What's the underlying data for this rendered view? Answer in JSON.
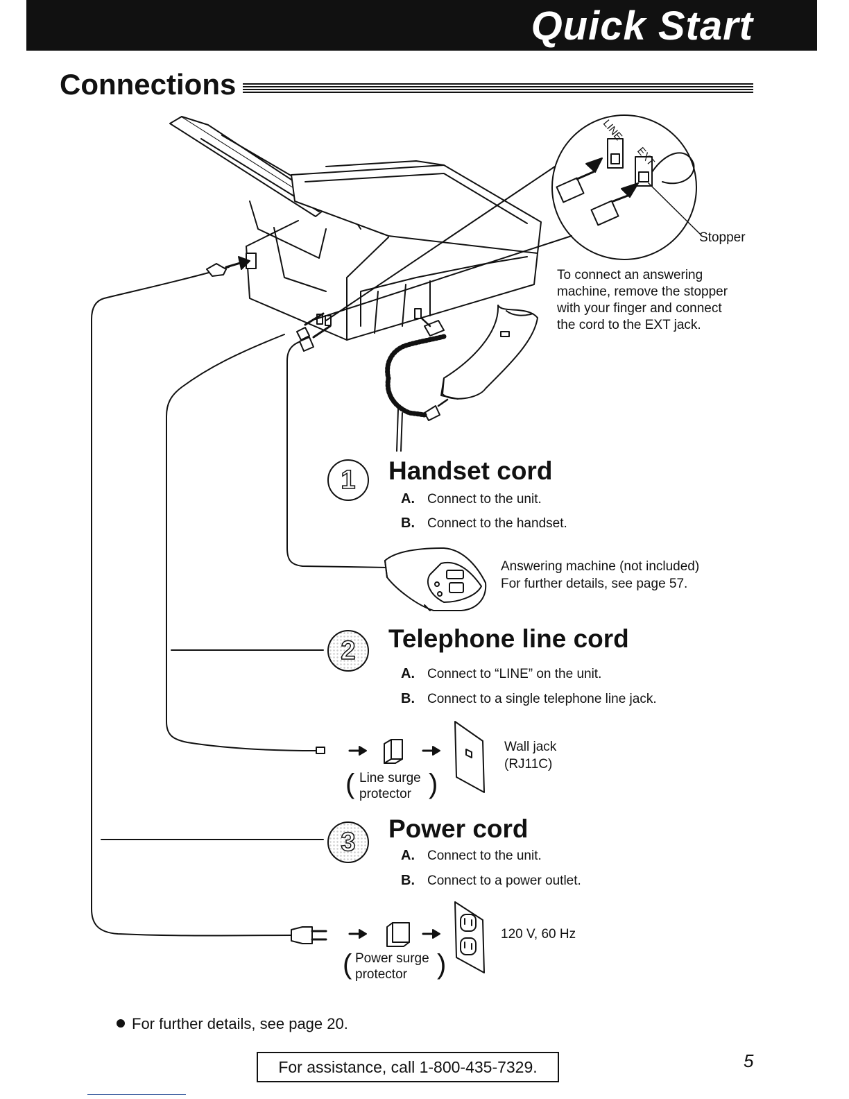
{
  "header": {
    "banner_title": "Quick Start",
    "section_title": "Connections"
  },
  "callout": {
    "stopper_label": "Stopper",
    "line_label": "LINE",
    "ext_label": "EXT",
    "answering_note": [
      "To connect an answering",
      "machine, remove the stopper",
      "with your finger and connect",
      "the cord to the EXT jack."
    ]
  },
  "steps": [
    {
      "number": "1",
      "title": "Handset cord",
      "items": [
        {
          "letter": "A.",
          "text": "Connect to the unit."
        },
        {
          "letter": "B.",
          "text": "Connect to the handset."
        }
      ]
    },
    {
      "number": "2",
      "title": "Telephone line cord",
      "items": [
        {
          "letter": "A.",
          "text": "Connect to “LINE” on the unit."
        },
        {
          "letter": "B.",
          "text": "Connect to a single telephone line jack."
        }
      ]
    },
    {
      "number": "3",
      "title": "Power cord",
      "items": [
        {
          "letter": "A.",
          "text": "Connect to the unit."
        },
        {
          "letter": "B.",
          "text": "Connect to a power outlet."
        }
      ]
    }
  ],
  "answering_machine": {
    "line1": "Answering machine (not included)",
    "line2": "For further details, see page 57."
  },
  "wall_jack": {
    "line1": "Wall jack",
    "line2": "(RJ11C)"
  },
  "line_surge": {
    "line1": "Line surge",
    "line2": "protector"
  },
  "power_outlet": {
    "label": "120 V, 60 Hz"
  },
  "power_surge": {
    "line1": "Power surge",
    "line2": "protector"
  },
  "footer": {
    "further_details": "For further details, see page 20.",
    "assistance": "For assistance, call 1-800-435-7329.",
    "page_number": "5"
  }
}
